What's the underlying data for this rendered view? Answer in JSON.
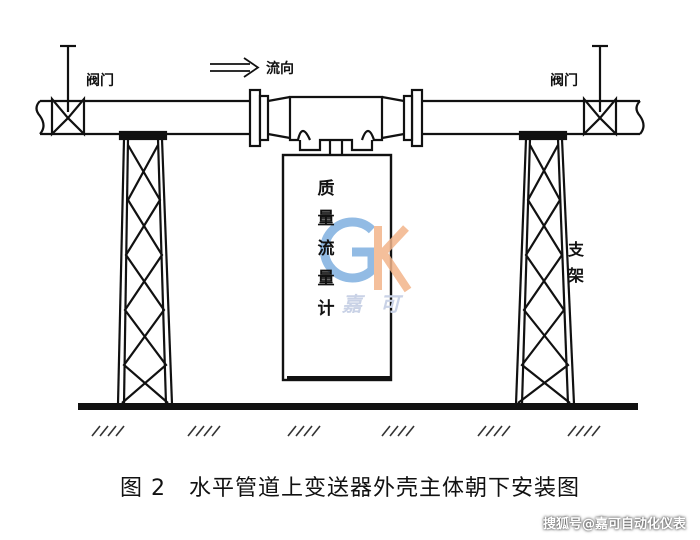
{
  "labels": {
    "valve_left": "阀门",
    "valve_right": "阀门",
    "flow_direction": "流向",
    "meter_chars": [
      "质",
      "量",
      "流",
      "量",
      "计"
    ],
    "support_chars": [
      "支",
      "架"
    ],
    "watermark_text": "嘉可"
  },
  "caption": "图 2　水平管道上变送器外壳主体朝下安装图",
  "source": "搜狐号@嘉可自动化仪表",
  "colors": {
    "line": "#111111",
    "watermark_blue": "#7fb0e0",
    "watermark_orange": "#f3b58a"
  },
  "icons": {
    "flow_arrow": "double-right-arrow-icon",
    "valve": "bowtie-valve-icon",
    "watermark": "gk-logo"
  }
}
